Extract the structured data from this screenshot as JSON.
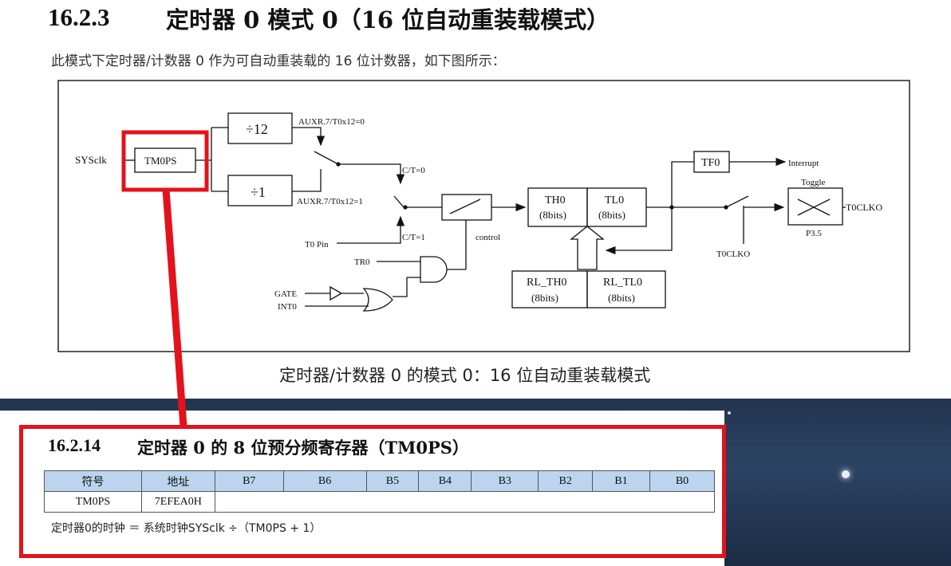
{
  "section": {
    "number": "16.2.3",
    "title": "定时器 0 模式 0（16 位自动重装载模式）",
    "intro": "此模式下定时器/计数器 0 作为可自动重装载的 16 位计数器，如下图所示：",
    "caption": "定时器/计数器 0 的模式 0：16 位自动重装载模式"
  },
  "diagram": {
    "sysclk": "SYSclk",
    "tm0ps": "TM0PS",
    "div12": "÷12",
    "div1": "÷1",
    "auxr_0": "AUXR.7/T0x12=0",
    "auxr_1": "AUXR.7/T0x12=1",
    "ct0": "C/T=0",
    "ct1": "C/T=1",
    "t0pin": "T0 Pin",
    "tr0": "TR0",
    "gate": "GATE",
    "int0": "INT0",
    "control": "control",
    "th0": "TH0",
    "tl0": "TL0",
    "bits8": "(8bits)",
    "rl_th0": "RL_TH0",
    "rl_tl0": "RL_TL0",
    "tf0": "TF0",
    "interrupt": "Interrupt",
    "toggle": "Toggle",
    "t0clko_out": "T0CLKO",
    "p35": "P3.5",
    "t0clko_sw": "T0CLKO"
  },
  "register": {
    "number": "16.2.14",
    "title": "定时器 0 的 8 位预分频寄存器（TM0PS）",
    "headers": [
      "符号",
      "地址",
      "B7",
      "B6",
      "B5",
      "B4",
      "B3",
      "B2",
      "B1",
      "B0"
    ],
    "row": [
      "TM0PS",
      "7EFEA0H",
      "",
      "",
      "",
      "",
      "",
      "",
      "",
      ""
    ],
    "formula": "定时器0的时钟 ＝ 系统时钟SYSclk ÷（TM0PS + 1）"
  },
  "colors": {
    "highlight": "#e3121b",
    "header_fill": "#bcd4ee",
    "band": "#2b4363"
  }
}
